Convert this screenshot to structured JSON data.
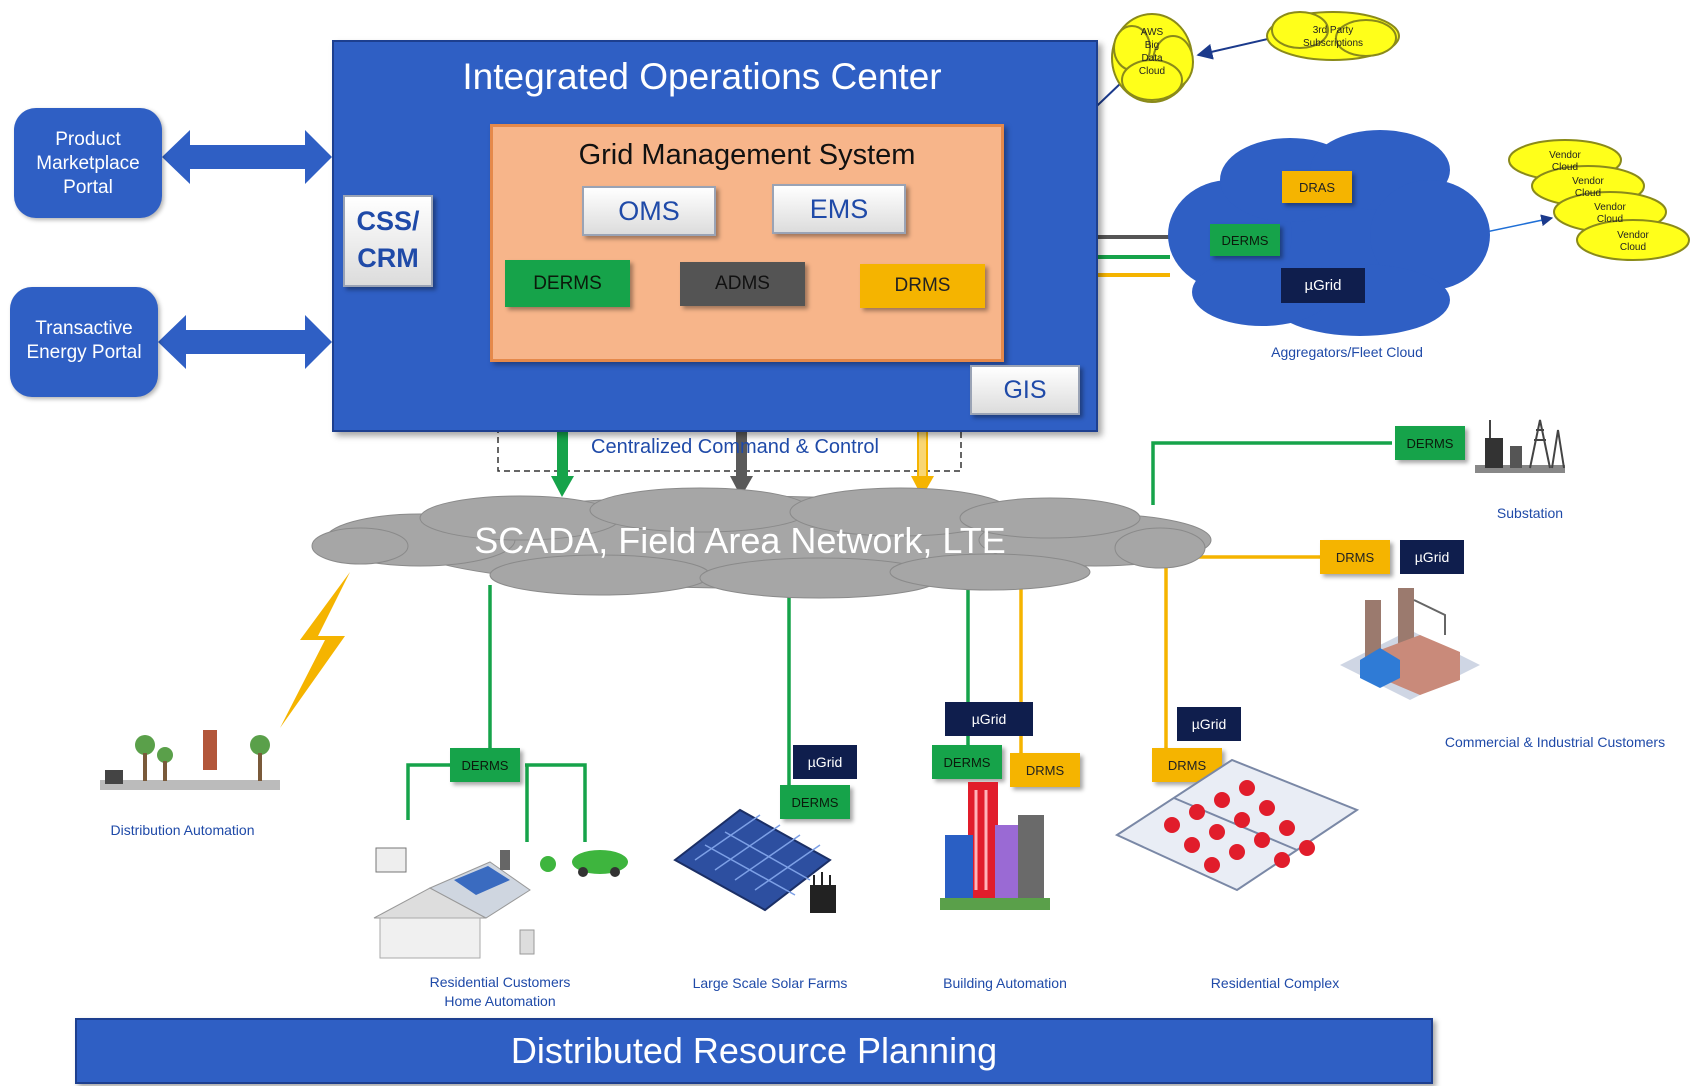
{
  "ioc": {
    "title": "Integrated Operations Center"
  },
  "gms": {
    "title": "Grid Management System",
    "oms": "OMS",
    "ems": "EMS",
    "derms": "DERMS",
    "adms": "ADMS",
    "drms": "DRMS"
  },
  "css_crm": {
    "line1": "CSS/",
    "line2": "CRM"
  },
  "gis": "GIS",
  "portals": {
    "product": [
      "Product",
      "Marketplace",
      "Portal"
    ],
    "transactive": [
      "Transactive",
      "Energy Portal"
    ]
  },
  "clouds": {
    "aws": [
      "AWS",
      "Big",
      "Data",
      "Cloud"
    ],
    "third_party": [
      "3rd Party",
      "Subscriptions"
    ],
    "vendor": "Vendor Cloud",
    "aggregators": {
      "dras": "DRAS",
      "derms": "DERMS",
      "ugrid": "µGrid",
      "caption": "Aggregators/Fleet Cloud"
    }
  },
  "command": "Centralized Command & Control",
  "scada": "SCADA, Field Area Network, LTE",
  "badges": {
    "derms": "DERMS",
    "drms": "DRMS",
    "ugrid": "µGrid"
  },
  "sites": {
    "substation": "Substation",
    "commercial": "Commercial & Industrial Customers",
    "distribution": "Distribution Automation",
    "residential": [
      "Residential Customers",
      "Home Automation"
    ],
    "solar": "Large Scale Solar Farms",
    "building": "Building Automation",
    "complex": "Residential Complex"
  },
  "footer": "Distributed Resource Planning",
  "colors": {
    "blue": "#2f5fc4",
    "green": "#16a34a",
    "gold": "#f5b400",
    "navy": "#0f1e4d",
    "grey": "#545454",
    "peach": "#f7b58a",
    "cloud": "#2f5fc4",
    "yellow": "#ffff1a"
  }
}
